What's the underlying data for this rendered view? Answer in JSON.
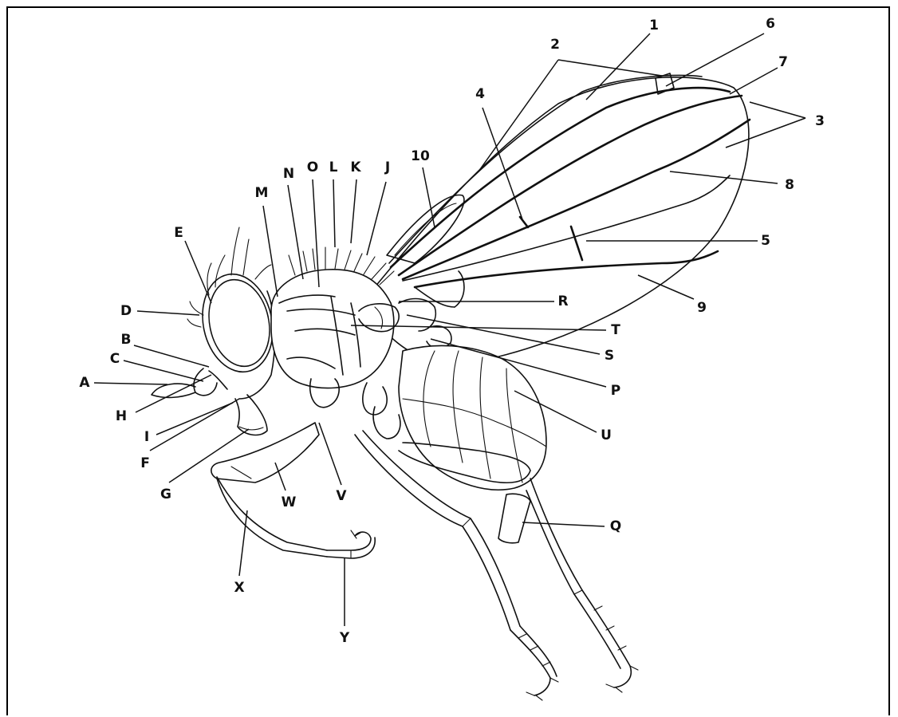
{
  "diagram": {
    "labels": {
      "n1": "1",
      "n2": "2",
      "n3": "3",
      "n4": "4",
      "n5": "5",
      "n6": "6",
      "n7": "7",
      "n8": "8",
      "n9": "9",
      "n10": "10",
      "A": "A",
      "B": "B",
      "C": "C",
      "D": "D",
      "E": "E",
      "F": "F",
      "G": "G",
      "H": "H",
      "I": "I",
      "J": "J",
      "K": "K",
      "L": "L",
      "M": "M",
      "N": "N",
      "O": "O",
      "P": "P",
      "Q": "Q",
      "R": "R",
      "S": "S",
      "T": "T",
      "U": "U",
      "V": "V",
      "W": "W",
      "X": "X",
      "Y": "Y"
    },
    "colors": {
      "ink": "#111111",
      "background": "#ffffff",
      "frame": "#000000"
    }
  }
}
